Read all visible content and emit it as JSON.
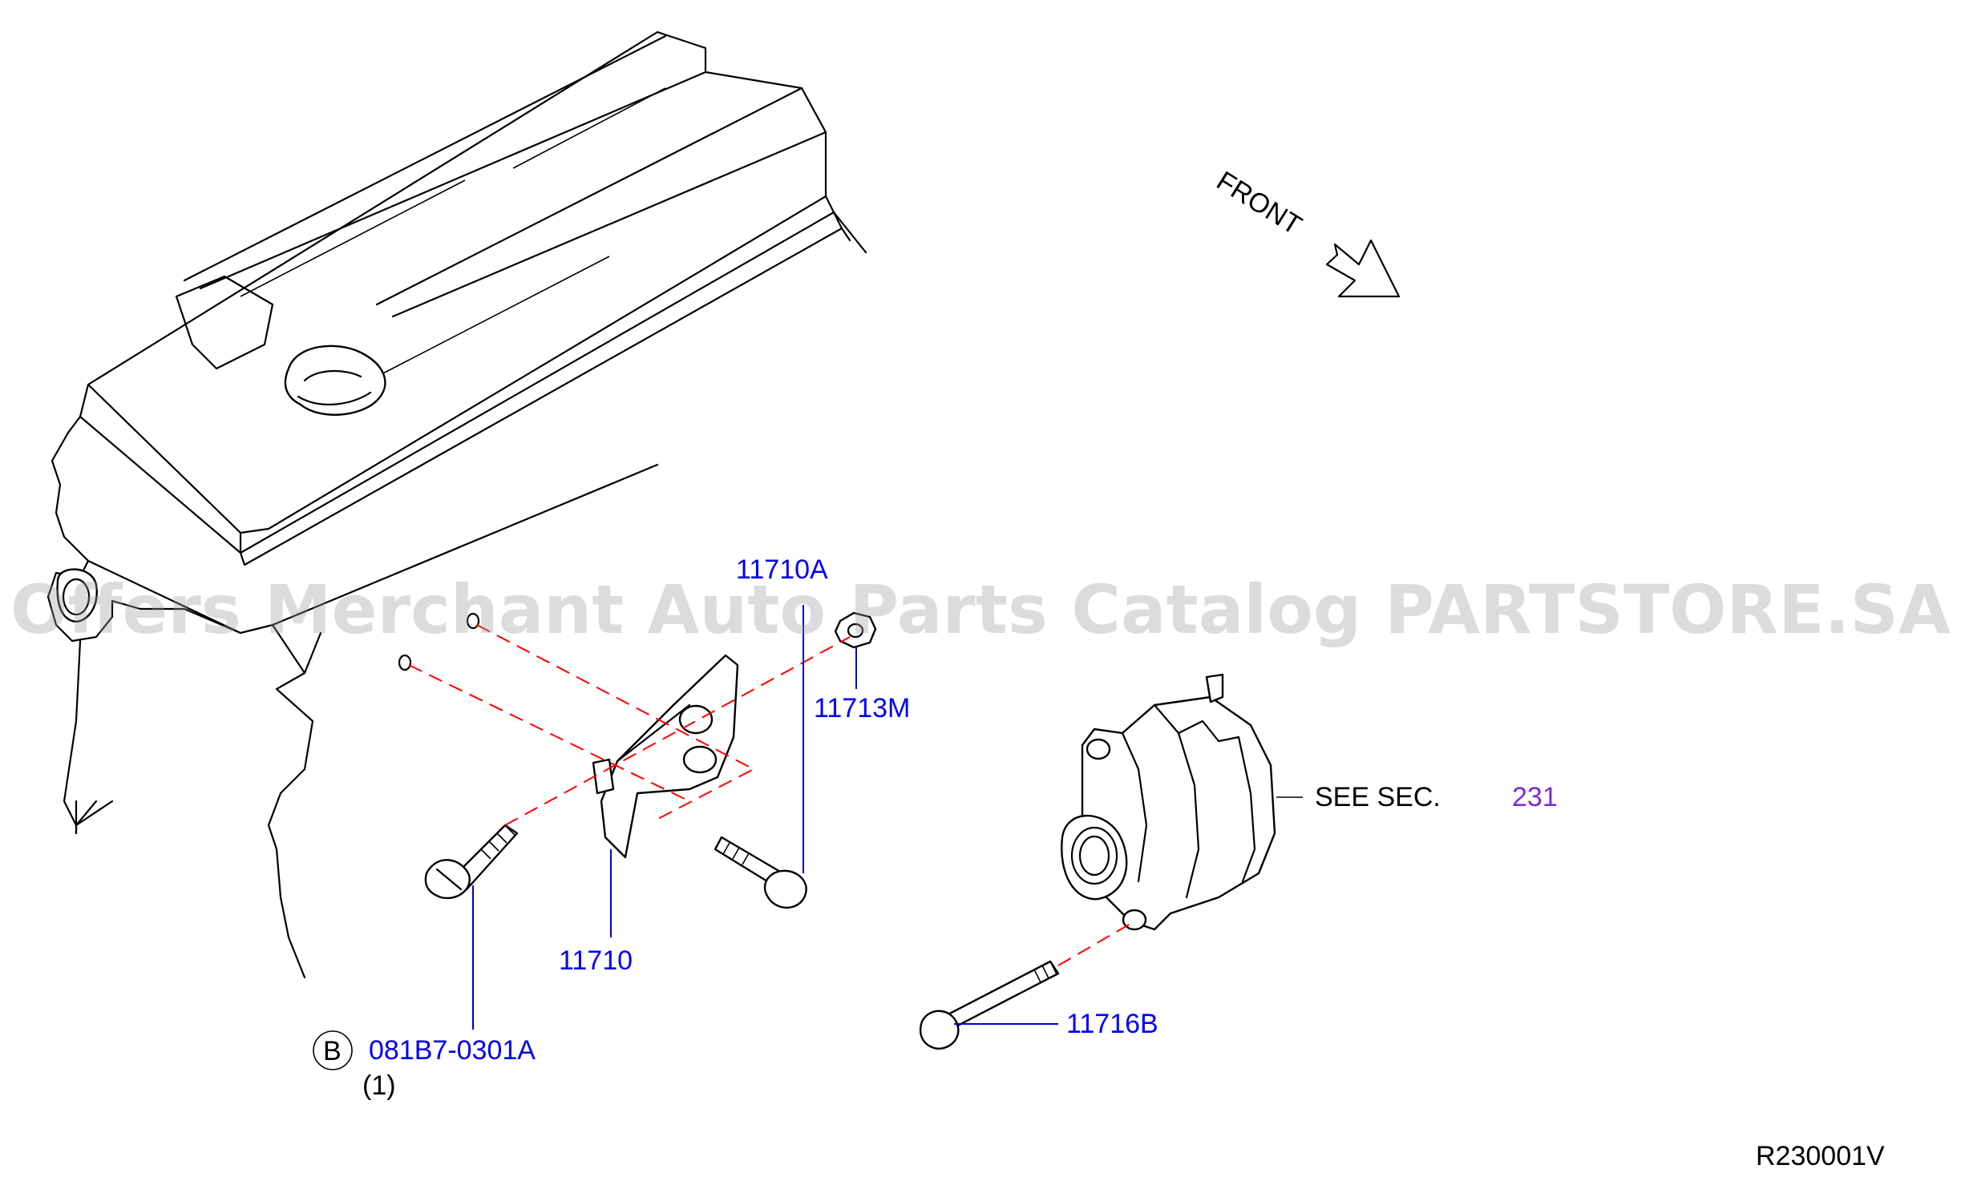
{
  "labels": {
    "part_11710A": "11710A",
    "part_11713M": "11713M",
    "part_11710": "11710",
    "part_081B7": "081B7-0301A",
    "qty": "(1)",
    "bolt_symbol": "B",
    "part_11716B": "11716B",
    "see_sec": "SEE  SEC.",
    "sec_number": "231",
    "front": "FRONT",
    "ref_code": "R230001V"
  },
  "watermark": "Offers Merchant Auto Parts Catalog PARTSTORE.SA",
  "colors": {
    "callout": "#0000ee",
    "link": "#7f2bd6",
    "dashed_line": "#ff0000",
    "watermark": "#9a9a9a"
  },
  "icons": [
    "front-arrow-icon",
    "bolt-head-icon",
    "nut-icon"
  ]
}
